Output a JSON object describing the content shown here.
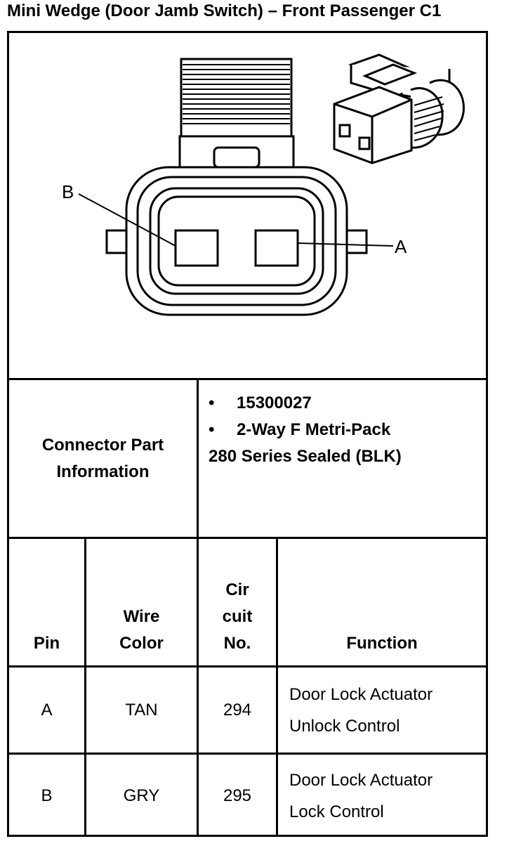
{
  "title": "Mini Wedge (Door Jamb Switch) – Front Passenger C1",
  "diagram": {
    "label_b": "B",
    "label_a": "A"
  },
  "connector_info": {
    "label_line1": "Connector Part",
    "label_line2": "Information",
    "bullet1": "15300027",
    "bullet2": "2-Way F Metri-Pack",
    "bullet_symbol": "•",
    "line3": "280 Series Sealed (BLK)"
  },
  "table": {
    "headers": {
      "pin": "Pin",
      "wire_line1": "Wire",
      "wire_line2": "Color",
      "cir_line1": "Cir",
      "cir_line2": "cuit",
      "cir_line3": "No.",
      "function": "Function"
    },
    "rows": [
      {
        "pin": "A",
        "color": "TAN",
        "circuit": "294",
        "function_line1": "Door Lock Actuator",
        "function_line2": "Unlock Control"
      },
      {
        "pin": "B",
        "color": "GRY",
        "circuit": "295",
        "function_line1": "Door Lock Actuator",
        "function_line2": "Lock Control"
      }
    ]
  }
}
